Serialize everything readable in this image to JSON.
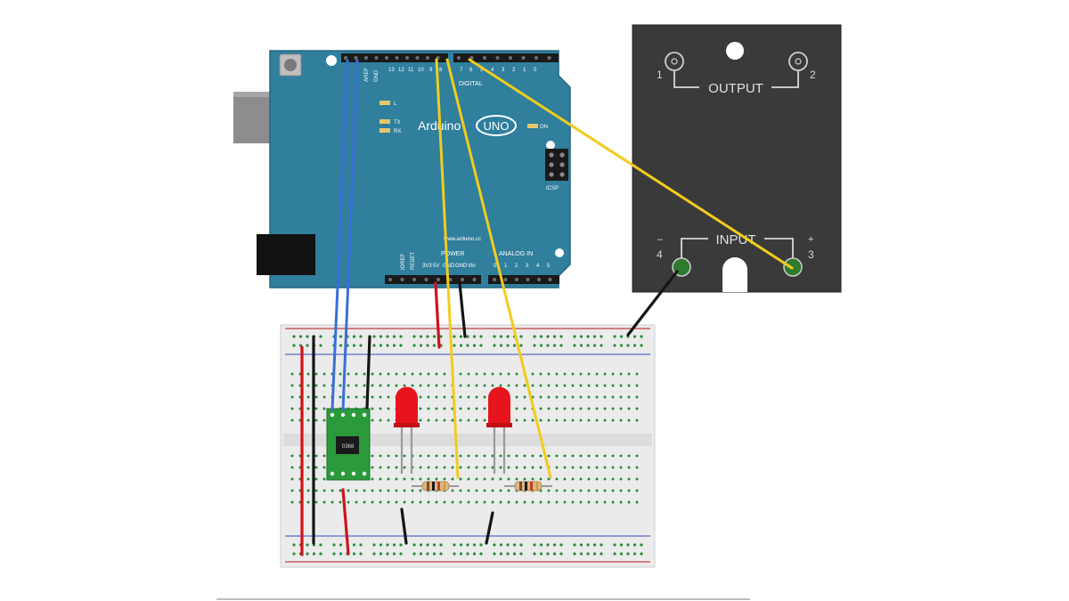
{
  "arduino": {
    "brand": "Arduino",
    "model": "UNO",
    "digital_header_label": "DIGITAL",
    "power_header_label": "POWER",
    "analog_header_label": "ANALOG IN",
    "website": "www.arduino.cc",
    "led_l_label": "L",
    "led_tx_label": "TX",
    "led_rx_label": "RX",
    "led_on_label": "ON",
    "icsp_label": "ICSP",
    "aref_label": "AREF",
    "gnd_label": "GND",
    "pin13_label": "13",
    "pin12_label": "12",
    "pin11_label": "11",
    "pin10_label": "10",
    "pin9_label": "9",
    "pin8_label": "8",
    "pin7_label": "7",
    "pin6_label": "6",
    "pin5_label": "5",
    "pin4_label": "4",
    "pin3_label": "3",
    "pin2_label": "2",
    "pin1_label": "1",
    "pin0_label": "0",
    "ioref_label": "IOREF",
    "reset_label": "RESET",
    "v33_label": "3V3",
    "v5_label": "5V",
    "gnd1_label": "GND",
    "gnd2_label": "GND",
    "vin_label": "Vin",
    "a0_label": "0",
    "a1_label": "1",
    "a2_label": "2",
    "a3_label": "3",
    "a4_label": "4",
    "a5_label": "5"
  },
  "relay": {
    "output_label": "OUTPUT",
    "input_label": "INPUT",
    "terminal_1": "1",
    "terminal_2": "2",
    "terminal_3": "3",
    "terminal_4": "4",
    "plus_sign": "+",
    "minus_sign": "–"
  },
  "sensor_module": {
    "chip_label": "0368"
  },
  "colors": {
    "arduino_board": "#2f7f9d",
    "relay_body": "#3a3a3a",
    "wire_blue": "#3a6fd8",
    "wire_yellow": "#f2cc1d",
    "wire_red": "#d0121c",
    "wire_black": "#151515",
    "led_red": "#e8141d",
    "sensor_green": "#2a9a3a",
    "breadboard": "#ececec"
  }
}
